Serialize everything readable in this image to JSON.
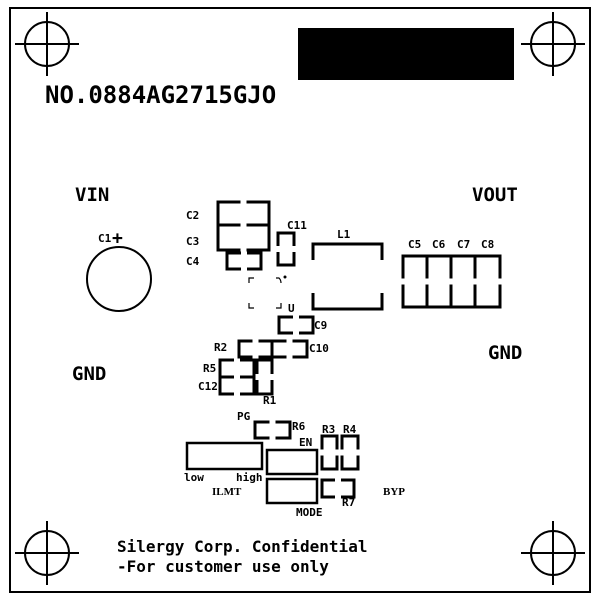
{
  "board": {
    "part_number": "NO.0884AG2715GJO",
    "confidential_line1": "Silergy Corp. Confidential",
    "confidential_line2": "-For customer use only",
    "ink_color": "#000000",
    "background_color": "#ffffff"
  },
  "labels": {
    "vin": "VIN",
    "vout": "VOUT",
    "gnd_left": "GND",
    "gnd_right": "GND",
    "c1": "C1",
    "c1_polarity": "+",
    "c2": "C2",
    "c3": "C3",
    "c4": "C4",
    "c11": "C11",
    "l1": "L1",
    "u": "U",
    "c5": "C5",
    "c6": "C6",
    "c7": "C7",
    "c8": "C8",
    "c9": "C9",
    "c10": "C10",
    "r2": "R2",
    "r5": "R5",
    "c12": "C12",
    "r1": "R1",
    "pg": "PG",
    "r6": "R6",
    "r3": "R3",
    "r4": "R4",
    "en": "EN",
    "low": "low",
    "high": "high",
    "ilmt": "ILMT",
    "mode": "MODE",
    "r7": "R7",
    "byp": "BYP"
  }
}
